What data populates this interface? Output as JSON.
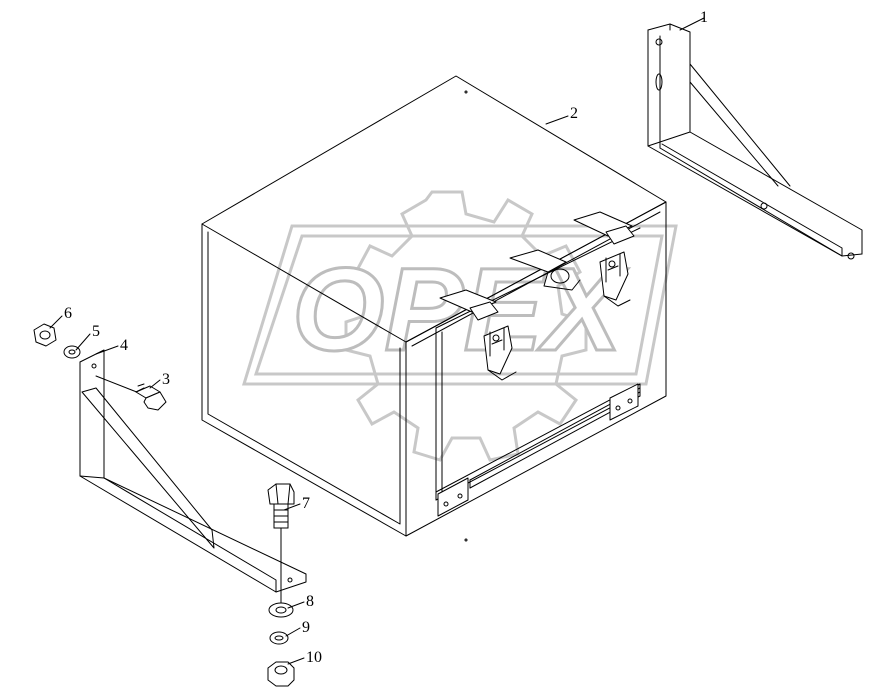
{
  "watermark": {
    "text": "OPEX"
  },
  "parts": [
    {
      "label": "1",
      "name": "bracket-right"
    },
    {
      "label": "2",
      "name": "battery-box"
    },
    {
      "label": "3",
      "name": "bolt-short"
    },
    {
      "label": "4",
      "name": "bracket-left"
    },
    {
      "label": "5",
      "name": "washer-upper"
    },
    {
      "label": "6",
      "name": "nut-upper"
    },
    {
      "label": "7",
      "name": "bolt-long"
    },
    {
      "label": "8",
      "name": "flat-washer"
    },
    {
      "label": "9",
      "name": "lock-washer"
    },
    {
      "label": "10",
      "name": "nut-lower"
    }
  ]
}
